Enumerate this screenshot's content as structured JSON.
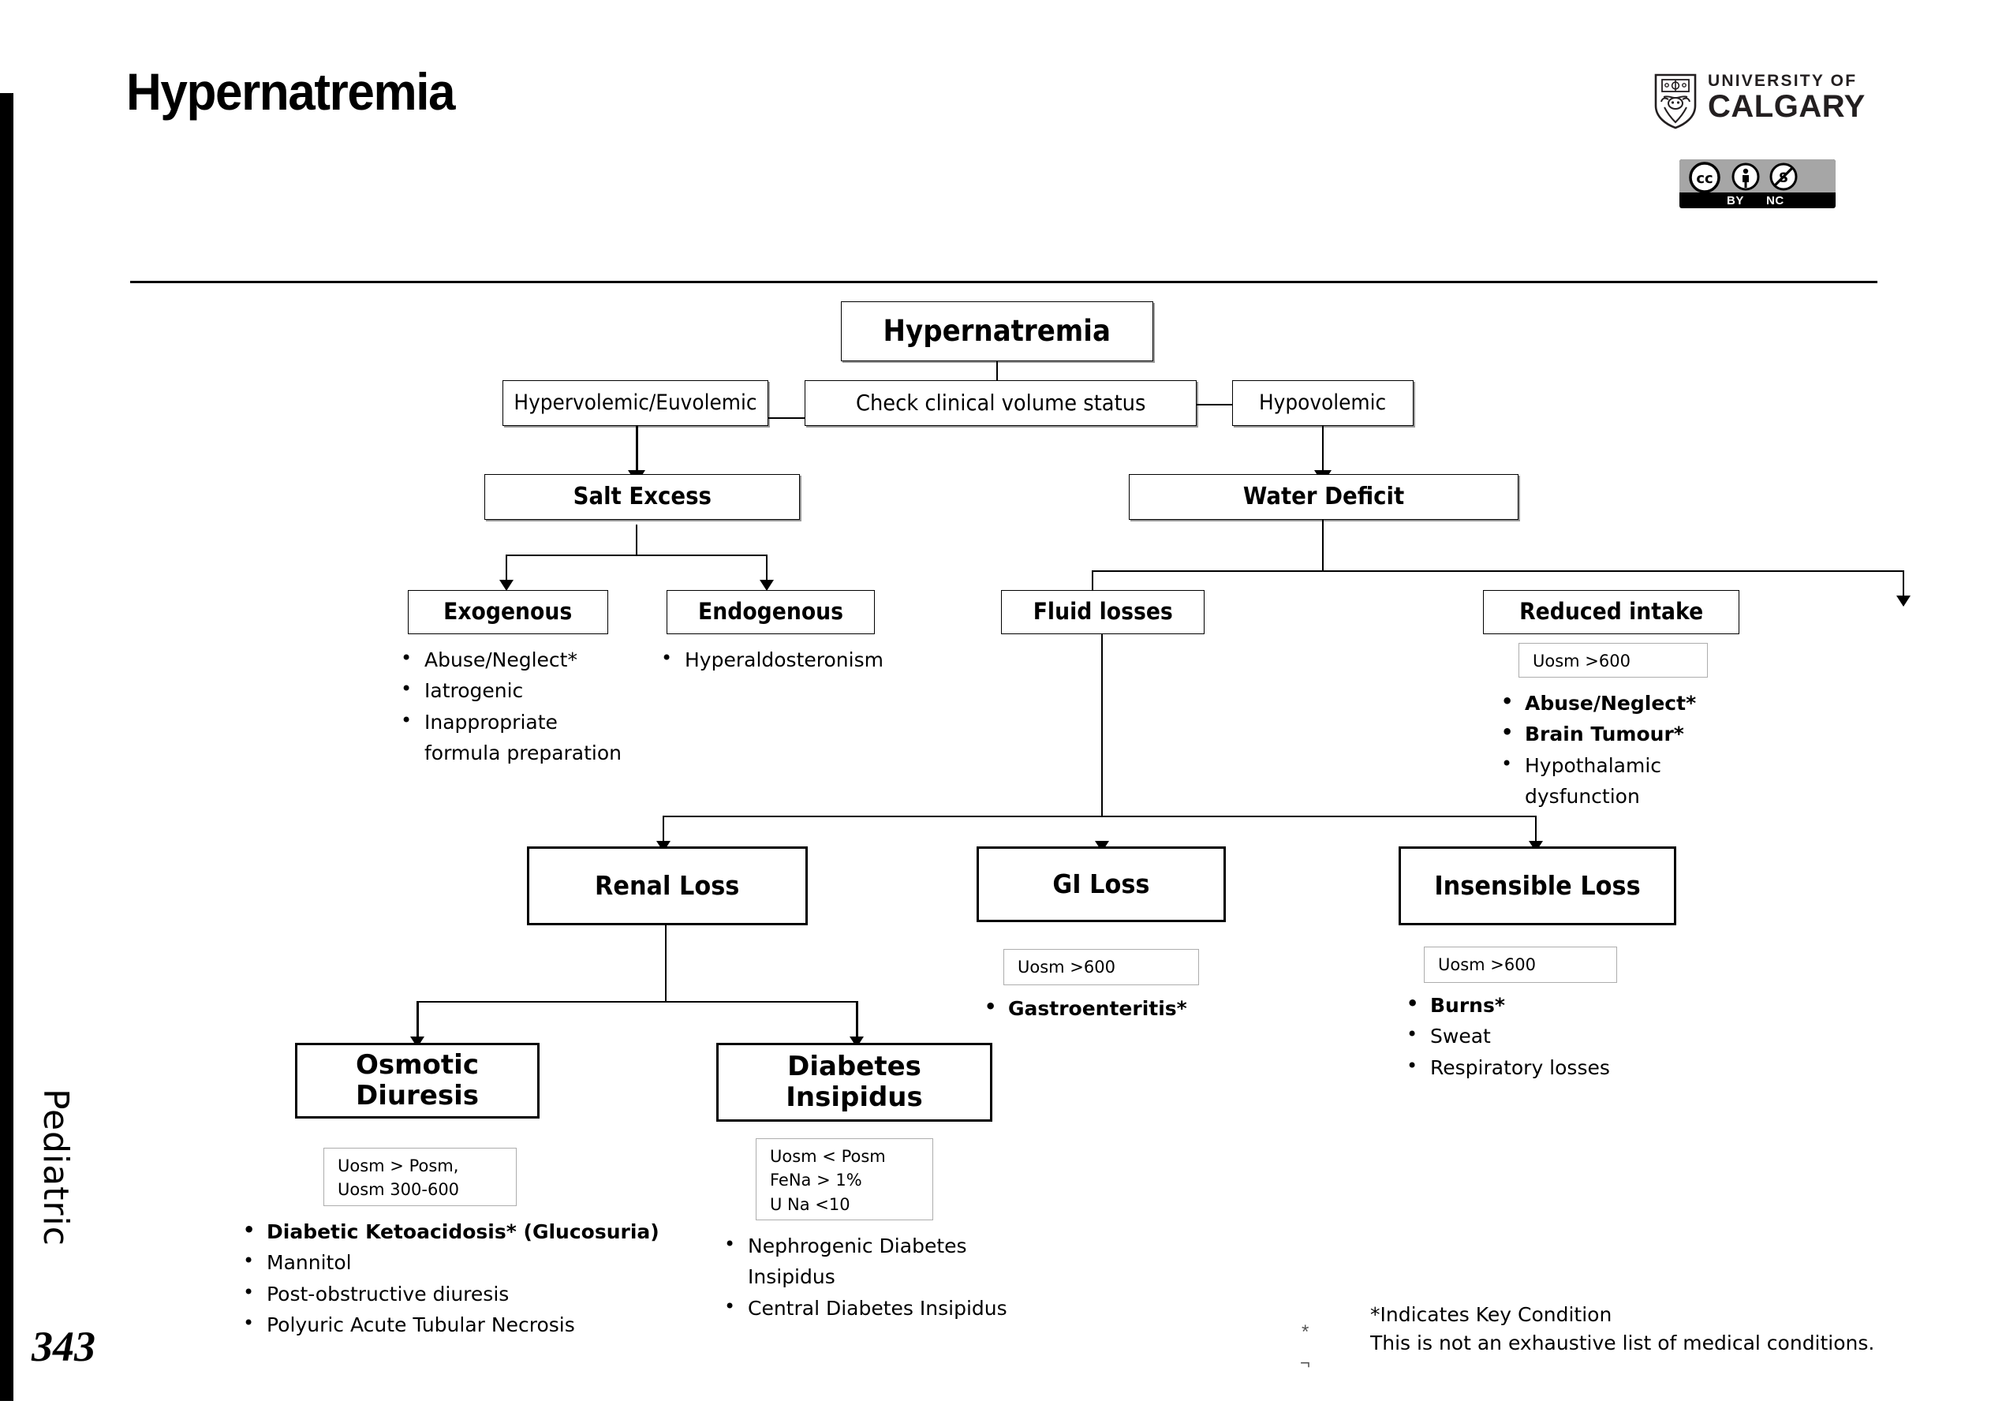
{
  "header": {
    "title": "Hypernatremia",
    "logo": {
      "line1": "UNIVERSITY OF",
      "line2": "CALGARY",
      "shield_icon": "ucalgary-shield-icon"
    },
    "license": {
      "cc_glyph": "cc",
      "by_glyph": "person",
      "nc_glyph": "no-currency",
      "by_label": "BY",
      "nc_label": "NC"
    }
  },
  "side": {
    "section_label": "Pediatric",
    "page_number": "343"
  },
  "chart": {
    "root": "Hypernatremia",
    "check": "Check clinical volume status",
    "hypervolemic": "Hypervolemic/Euvolemic",
    "hypovolemic": "Hypovolemic",
    "salt_excess": "Salt Excess",
    "water_deficit": "Water Deficit",
    "exogenous": "Exogenous",
    "endogenous": "Endogenous",
    "fluid_losses": "Fluid losses",
    "reduced_intake": "Reduced intake",
    "renal_loss": "Renal Loss",
    "gi_loss": "GI Loss",
    "insensible_loss": "Insensible Loss",
    "osmotic_diuresis_l1": "Osmotic",
    "osmotic_diuresis_l2": "Diuresis",
    "diabetes_insipidus_l1": "Diabetes",
    "diabetes_insipidus_l2": "Insipidus"
  },
  "measurements": {
    "reduced_intake_uosm": "Uosm >600",
    "gi_loss_uosm": "Uosm >600",
    "insensible_uosm": "Uosm >600",
    "osmotic_l1": "Uosm > Posm,",
    "osmotic_l2": "Uosm 300-600",
    "di_l1": "Uosm < Posm",
    "di_l2": "FeNa > 1%",
    "di_l3": "U Na <10"
  },
  "lists": {
    "exogenous": [
      {
        "text": "Abuse/Neglect*",
        "bold": false,
        "bullet": true
      },
      {
        "text": "Iatrogenic",
        "bold": false,
        "bullet": true
      },
      {
        "text": "Inappropriate",
        "bold": false,
        "bullet": true
      },
      {
        "text": "formula preparation",
        "bold": false,
        "bullet": false
      }
    ],
    "endogenous": [
      {
        "text": "Hyperaldosteronism",
        "bold": false,
        "bullet": true
      }
    ],
    "reduced_intake": [
      {
        "text": "Abuse/Neglect*",
        "bold": true,
        "bullet": true
      },
      {
        "text": "Brain Tumour*",
        "bold": true,
        "bullet": true
      },
      {
        "text": "Hypothalamic",
        "bold": false,
        "bullet": true
      },
      {
        "text": "dysfunction",
        "bold": false,
        "bullet": false
      }
    ],
    "gi_loss": [
      {
        "text": "Gastroenteritis*",
        "bold": true,
        "bullet": true
      }
    ],
    "insensible_loss": [
      {
        "text": "Burns*",
        "bold": true,
        "bullet": true
      },
      {
        "text": "Sweat",
        "bold": false,
        "bullet": true
      },
      {
        "text": "Respiratory losses",
        "bold": false,
        "bullet": true
      }
    ],
    "osmotic_diuresis": [
      {
        "text": "Diabetic Ketoacidosis* (Glucosuria)",
        "bold": true,
        "bullet": true
      },
      {
        "text": "Mannitol",
        "bold": false,
        "bullet": true
      },
      {
        "text": "Post-obstructive diuresis",
        "bold": false,
        "bullet": true
      },
      {
        "text": "Polyuric Acute Tubular Necrosis",
        "bold": false,
        "bullet": true
      }
    ],
    "diabetes_insipidus": [
      {
        "text": "Nephrogenic Diabetes",
        "bold": false,
        "bullet": true
      },
      {
        "text": "Insipidus",
        "bold": false,
        "bullet": false
      },
      {
        "text": "Central Diabetes Insipidus",
        "bold": false,
        "bullet": true
      }
    ]
  },
  "footnote": {
    "line1": "*Indicates Key Condition",
    "line2": "This is not an exhaustive list of medical conditions."
  },
  "colors": {
    "ink": "#000000",
    "shadow": "#9a9a9a",
    "meas_border": "#adadad",
    "badge_grey": "#a6a6a6"
  }
}
